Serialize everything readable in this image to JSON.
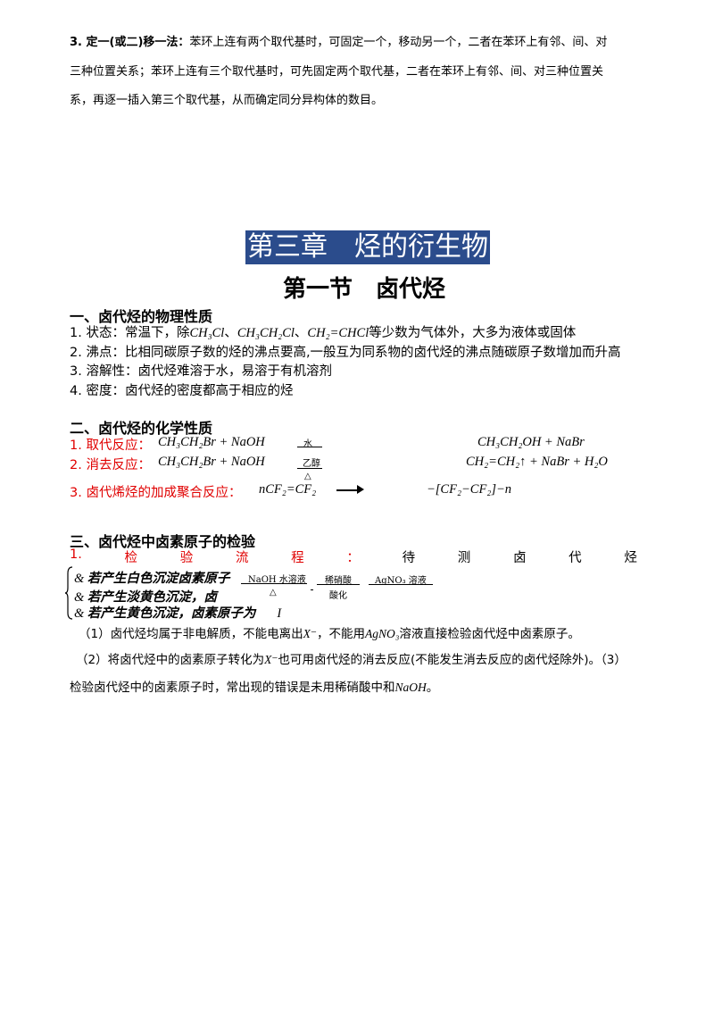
{
  "intro": {
    "label": "3. 定一(或二)移一法：",
    "line1": "苯环上连有两个取代基时，可固定一个，移动另一个，二者在苯环上有邻、间、对",
    "line2": "三种位置关系；苯环上连有三个取代基时，可先固定两个取代基，二者在苯环上有邻、间、对三种位置关",
    "line3": "系，再逐一插入第三个取代基，从而确定同分异构体的数目。"
  },
  "chapter_title": "第三章　烃的衍生物",
  "section_title": "第一节　卤代烃",
  "physical": {
    "heading": "一、卤代烃的物理性质",
    "item1_prefix": "1. 状态：常温下，除",
    "item1_f1": "CH₃Cl",
    "item1_f2": "CH₃CH₂Cl",
    "item1_f3": "CH₂=CHCl",
    "item1_sep": "、",
    "item1_suffix": "等少数为气体外，大多为液体或固体",
    "item2": "2. 沸点：比相同碳原子数的烃的沸点要高,一般互为同系物的卤代烃的沸点随碳原子数增加而升高",
    "item3": "3. 溶解性：卤代烃难溶于水，易溶于有机溶剂",
    "item4": "4. 密度：卤代烃的密度都高于相应的烃"
  },
  "chemical": {
    "heading": "二、卤代烃的化学性质",
    "r1_label": "1. 取代反应：",
    "r1_lhs": "CH₃CH₂Br + NaOH",
    "r1_cond": "水",
    "r1_rhs": "CH₃CH₂OH + NaBr",
    "r2_label": "2. 消去反应：",
    "r2_lhs": "CH₃CH₂Br + NaOH",
    "r2_cond_top": "乙醇",
    "r2_cond_bottom": "△",
    "r2_rhs": "CH₂=CH₂↑ + NaBr + H₂O",
    "r3_label": "3. 卤代烯烃的加成聚合反应：",
    "r3_lhs": "nCF₂=CF₂",
    "r3_rhs": "−[CF₂−CF₂]−n"
  },
  "detection": {
    "heading": "三、卤代烃中卤素原子的检验",
    "flow_chars": [
      "1.",
      "检",
      "验",
      "流",
      "程",
      "：",
      "待",
      "测",
      "卤",
      "代",
      "烃"
    ],
    "step1_top": "NaOH 水溶液",
    "step1_bottom": "△",
    "step2_top": "稀硝酸",
    "step2_bottom": "酸化",
    "step3_top": "AgNO₃ 溶液",
    "case1": "若产生白色沉淀卤素原子",
    "case2": "若产生淡黄色沉淀，卤",
    "case3": "若产生黄色沉淀，卤素原子为",
    "case3_end": "I",
    "note1_prefix": "（1）卤代烃均属于非电解质，不能电离出",
    "note1_x": "X⁻",
    "note1_mid": "，不能用",
    "note1_f": "AgNO₃",
    "note1_suffix": "溶液直接检验卤代烃中卤素原子。",
    "note2_prefix": "（2）将卤代烃中的卤素原子转化为",
    "note2_x": "X⁻",
    "note2_suffix": "也可用卤代烃的消去反应(不能发生消去反应的卤代烃除外)。（3）",
    "note3_prefix": "检验卤代烃中的卤素原子时，常出现的错误是未用稀硝酸中和",
    "note3_f": "NaOH",
    "note3_suffix": "。"
  },
  "colors": {
    "banner_bg": "#2b4c8c",
    "banner_text": "#ffffff",
    "red": "#e00000"
  }
}
